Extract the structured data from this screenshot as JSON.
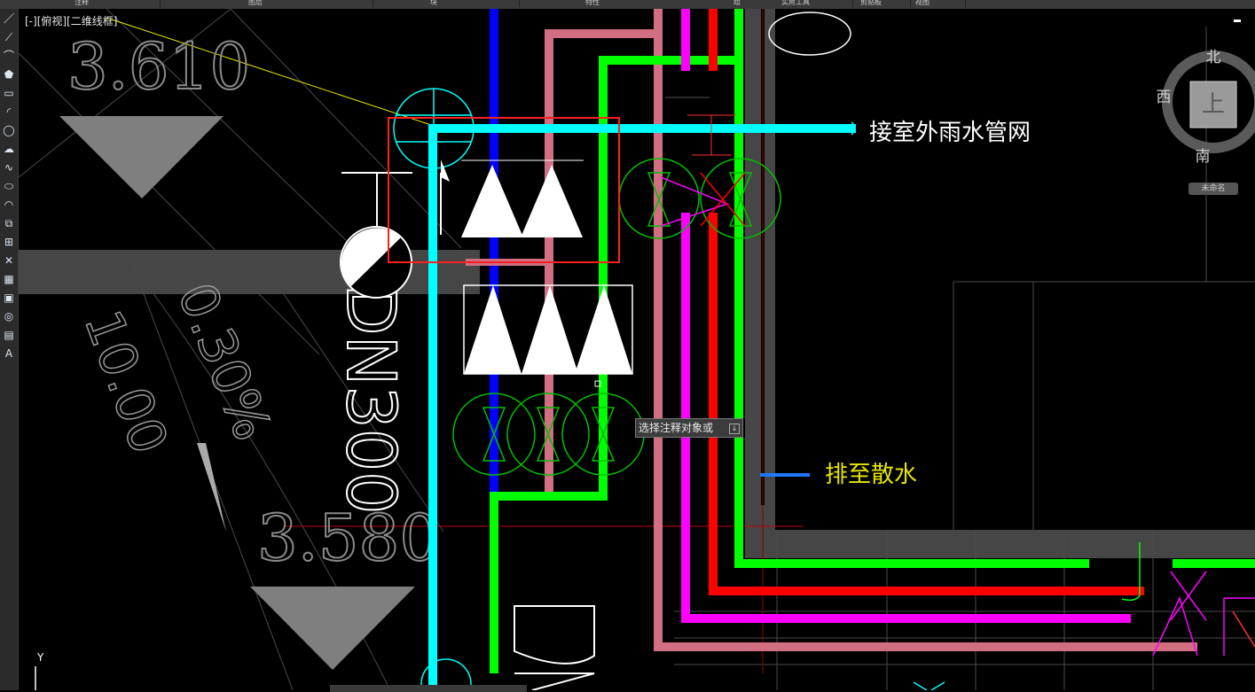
{
  "ribbon": {
    "tabs": [
      "注释",
      "图层",
      "块",
      "特性",
      "组",
      "实用工具",
      "剪贴板",
      "视图"
    ]
  },
  "viewport": {
    "label": "[-][俯视][二维线框]"
  },
  "viewcube": {
    "north": "北",
    "south": "南",
    "west": "西",
    "top": "上",
    "ucs_menu": "未命名"
  },
  "annotations": {
    "outdoor_connection": "接室外雨水管网",
    "drain_to": "排至散水",
    "elevation_top": "3.610",
    "elevation_bottom": "3.580",
    "slope_label": "0.30%",
    "slope_label_2": "10.00",
    "pipe_dn": "DN300"
  },
  "tooltip": {
    "text": "选择注释对象或"
  },
  "ucs_icon": {
    "y_label": "Y"
  },
  "tools": [
    {
      "name": "line-icon",
      "glyph": "／"
    },
    {
      "name": "construction-line-icon",
      "glyph": "⟋"
    },
    {
      "name": "polyline-icon",
      "glyph": "⌒"
    },
    {
      "name": "polygon-icon",
      "glyph": "⬟"
    },
    {
      "name": "rectangle-icon",
      "glyph": "▭"
    },
    {
      "name": "arc-icon",
      "glyph": "◜"
    },
    {
      "name": "circle-icon",
      "glyph": "◯"
    },
    {
      "name": "revcloud-icon",
      "glyph": "☁"
    },
    {
      "name": "spline-icon",
      "glyph": "∿"
    },
    {
      "name": "ellipse-icon",
      "glyph": "⬭"
    },
    {
      "name": "ellipse-arc-icon",
      "glyph": "◠"
    },
    {
      "name": "insert-block-icon",
      "glyph": "⧉"
    },
    {
      "name": "make-block-icon",
      "glyph": "⊞"
    },
    {
      "name": "point-icon",
      "glyph": "✕"
    },
    {
      "name": "hatch-icon",
      "glyph": "▦"
    },
    {
      "name": "gradient-icon",
      "glyph": "▣"
    },
    {
      "name": "region-icon",
      "glyph": "◎"
    },
    {
      "name": "table-icon",
      "glyph": "▤"
    },
    {
      "name": "mtext-icon",
      "glyph": "A"
    }
  ],
  "colors": {
    "cyan": "#00ffff",
    "green": "#00ff00",
    "red": "#ff0000",
    "magenta": "#ff00ff",
    "pink": "#d26e82",
    "blue": "#0000ff",
    "gray": "#7f7f7f",
    "wall": "#464646",
    "selection": "#ff2020",
    "label_white": "#ffffff",
    "label_yellow": "#e6e600"
  }
}
